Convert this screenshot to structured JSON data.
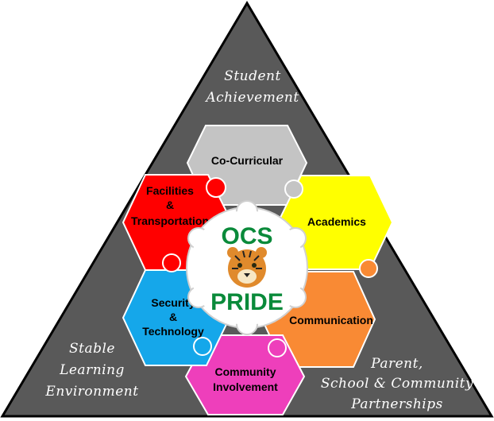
{
  "corners": {
    "top": [
      "Student",
      "Achievement"
    ],
    "bottom_left": [
      "Stable",
      "Learning",
      "Environment"
    ],
    "bottom_right": [
      "Parent,",
      "School & Community",
      "Partnerships"
    ]
  },
  "pieces": {
    "co_curricular": {
      "lines": [
        "Co-Curricular"
      ],
      "color": "#c4c4c4"
    },
    "academics": {
      "lines": [
        "Academics"
      ],
      "color": "#ffff00"
    },
    "communication": {
      "lines": [
        "Communication"
      ],
      "color": "#f98a34"
    },
    "community": {
      "lines": [
        "Community",
        "Involvement"
      ],
      "color": "#ee3fbb"
    },
    "security": {
      "lines": [
        "Security",
        "&",
        "Technology"
      ],
      "color": "#15a7ea"
    },
    "facilities": {
      "lines": [
        "Facilities",
        "&",
        "Transportation"
      ],
      "color": "#ff0000"
    }
  },
  "center": {
    "top_text": "OCS",
    "bottom_text": "PRIDE",
    "text_color": "#0a8a3a",
    "emblem": "tiger-face-icon"
  },
  "colors": {
    "triangle_fill": "#595959",
    "triangle_stroke": "#000000",
    "center_fill": "#ffffff"
  }
}
